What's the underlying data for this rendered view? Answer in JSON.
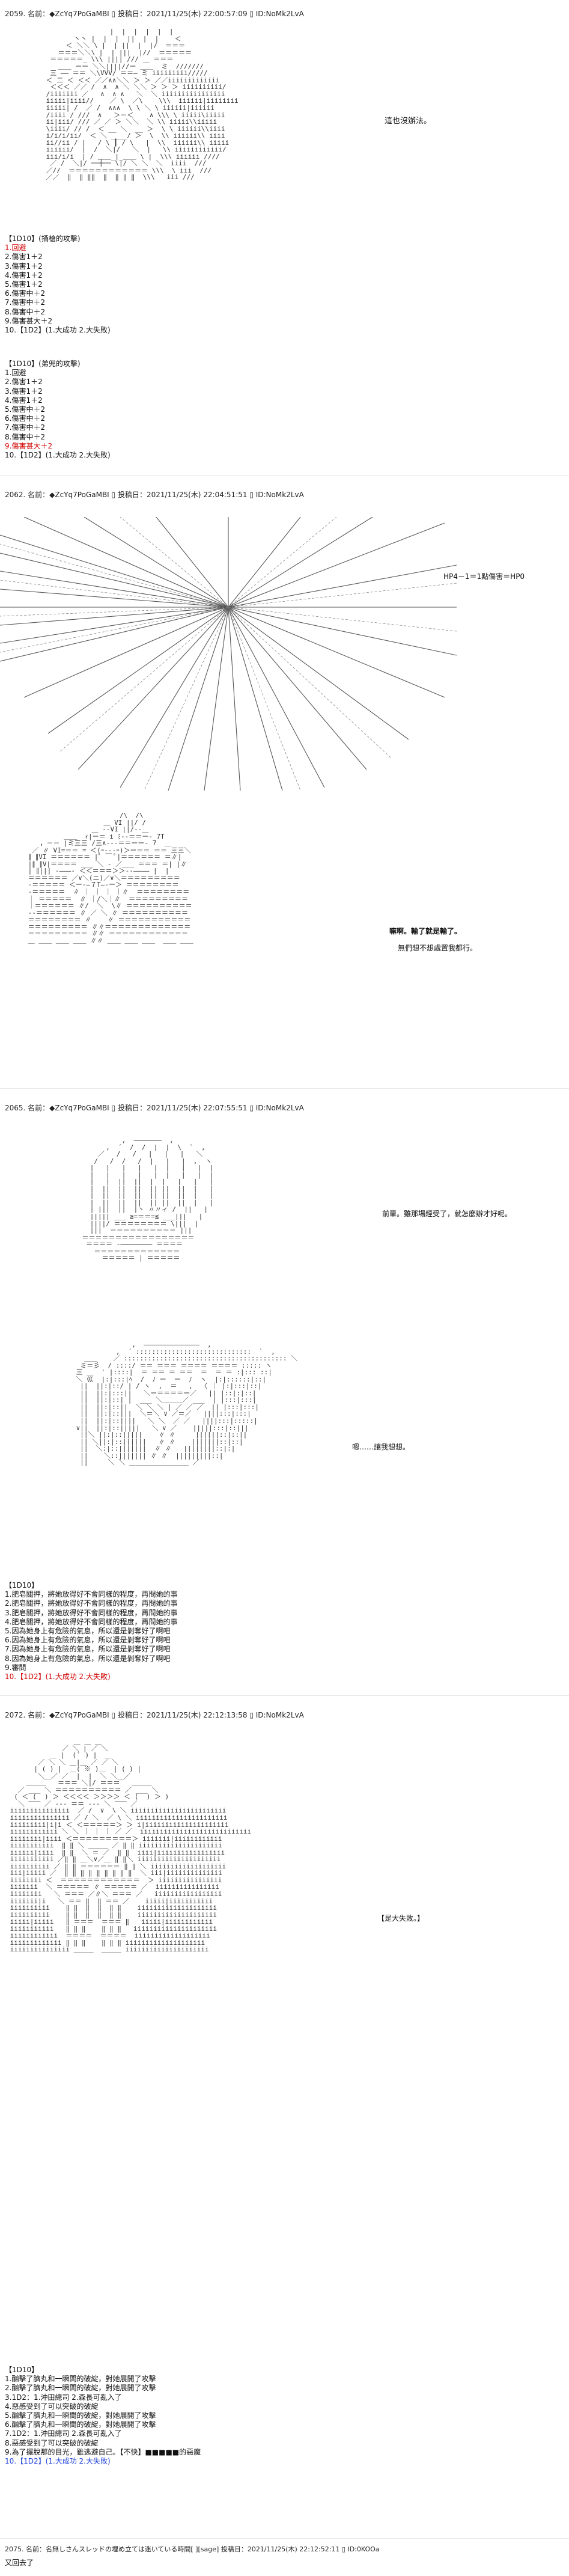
{
  "posts": [
    {
      "header": "2059. 名前：◆ZcYq7PoGaMBI ▯ 投稿日：2021/11/25(木) 22:00:57:09 ▯ ID:NoMk2LvA",
      "caption": "這也沒辦法。",
      "dice": {
        "group1": [
          "【1D10】(捅槍的攻擊)",
          "1.回避",
          "2.傷害1＋2",
          "3.傷害1＋2",
          "4.傷害1＋2",
          "5.傷害1＋2",
          "6.傷害中＋2",
          "7.傷害中＋2",
          "8.傷害中＋2",
          "9.傷害甚大＋2",
          "10.【1D2】(1.大成功  2.大失敗)"
        ],
        "group2": [
          "【1D10】(弟兜的攻擊)",
          "1.回避",
          "2.傷害1＋2",
          "3.傷害1＋2",
          "4.傷害1＋2",
          "5.傷害中＋2",
          "6.傷害中＋2",
          "7.傷害中＋2",
          "8.傷害中＋2",
          "9.傷害甚大＋2",
          "10.【1D2】(1.大成功  2.大失敗)"
        ]
      }
    },
    {
      "header": "2062. 名前：◆ZcYq7PoGaMBI ▯ 投稿日：2021/11/25(木) 22:04:51:51 ▯ ID:NoMk2LvA",
      "caption_top": "HP4－1＝1點傷害＝HP0",
      "caption_mid_1": "嘛啊。輸了就是輸了。",
      "caption_mid_2": "無們想不想處置我都行。"
    },
    {
      "header": "2065. 名前：◆ZcYq7PoGaMBI ▯ 投稿日：2021/11/25(木) 22:07:55:51 ▯ ID:NoMk2LvA",
      "caption_1": "前輩。雖那場經受了，就怎麼辦才好呢。",
      "caption_2": "嗯……讓我想想。",
      "dice": [
        "【1D10】",
        "1.肥皂關押，將她放得好不會同樣的程度，再問她的事",
        "2.肥皂關押，將她放得好不會同樣的程度，再問她的事",
        "3.肥皂關押，將她放得好不會同樣的程度，再問她的事",
        "4.肥皂關押，將她放得好不會同樣的程度，再問她的事",
        "5.因為她身上有危險的氣息，所以還是剝奪好了啊吧",
        "6.因為她身上有危險的氣息，所以還是剝奪好了啊吧",
        "7.因為她身上有危險的氣息，所以還是剝奪好了啊吧",
        "8.因為她身上有危險的氣息，所以還是剝奪好了啊吧",
        "9.審問",
        "10.【1D2】(1.大成功  2.大失敗)"
      ]
    },
    {
      "header": "2072. 名前：◆ZcYq7PoGaMBI ▯ 投稿日：2021/11/25(木) 22:12:13:58 ▯ ID:NoMk2LvA",
      "caption": "【是大失敗。】",
      "dice": [
        "【1D10】",
        "1.酗擊了臍丸和一瞬間的破綻，對她展開了攻擊",
        "2.酗擊了臍丸和一瞬間的破綻，對她展開了攻擊",
        "3.1D2：1.沖田總司  2.森長可亂入了",
        "4.惡感受到了可以突破的破綻",
        "5.酗擊了臍丸和一瞬間的破綻，對她展開了攻擊",
        "6.酗擊了臍丸和一瞬間的破綻，對她展開了攻擊",
        "7.1D2：1.沖田總司  2.森長可亂入了",
        "8.惡感受到了可以突破的破綻",
        "9.為了擺脫那的目光，雖逃避自己。【不快】■■■■■的惡魔",
        "10.【1D2】(1.大成功  2.大失敗)"
      ]
    },
    {
      "header": "2075. 名前：名無しさんスレッドの埋め立ては迷いている時間[ ][sage] 投稿日：2021/11/25(木) 22:12:52:11 ▯ ID:0KOOa",
      "caption": "又回去了"
    }
  ]
}
